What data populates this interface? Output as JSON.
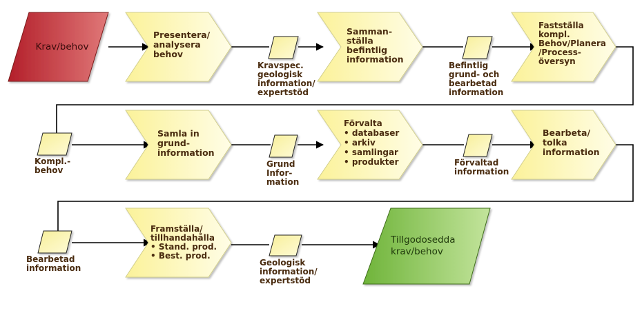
{
  "start": {
    "label": [
      "Krav/behov"
    ],
    "color": "#b8292f"
  },
  "end": {
    "label": [
      "Tillgodosedda",
      "krav/behov"
    ],
    "color": "#7fc04a"
  },
  "processes": [
    {
      "id": "p1",
      "lines": [
        "Presentera/",
        "analysera",
        "behov"
      ]
    },
    {
      "id": "p2",
      "lines": [
        "Samman-",
        "ställa",
        "befintlig",
        "information"
      ]
    },
    {
      "id": "p3",
      "lines": [
        "Fastställa",
        "kompl.",
        "Behov/Planera",
        "/Process-",
        "översyn"
      ]
    },
    {
      "id": "p4",
      "lines": [
        "Samla in",
        "grund-",
        "information"
      ]
    },
    {
      "id": "p5",
      "lines": [
        "Förvalta",
        "• databaser",
        "• arkiv",
        "• samlingar",
        "• produkter"
      ]
    },
    {
      "id": "p6",
      "lines": [
        "Bearbeta/",
        "tolka",
        "information"
      ]
    },
    {
      "id": "p7",
      "lines": [
        "Framställa/",
        "tillhandahålla",
        "• Stand. prod.",
        "• Best. prod."
      ]
    }
  ],
  "data_objects": [
    {
      "id": "d1",
      "lines": [
        "Kravspec.",
        "geologisk",
        "information/",
        "expertstöd"
      ]
    },
    {
      "id": "d2",
      "lines": [
        "Befintlig",
        "grund- och",
        "bearbetad",
        "information"
      ]
    },
    {
      "id": "d3",
      "lines": [
        "Kompl.-",
        "behov"
      ]
    },
    {
      "id": "d4",
      "lines": [
        "Grund",
        "Infor-",
        "mation"
      ]
    },
    {
      "id": "d5",
      "lines": [
        "Förvaltad",
        "information"
      ]
    },
    {
      "id": "d6",
      "lines": [
        "Bearbetad",
        "information"
      ]
    },
    {
      "id": "d7",
      "lines": [
        "Geologisk",
        "information/",
        "expertstöd"
      ]
    }
  ]
}
